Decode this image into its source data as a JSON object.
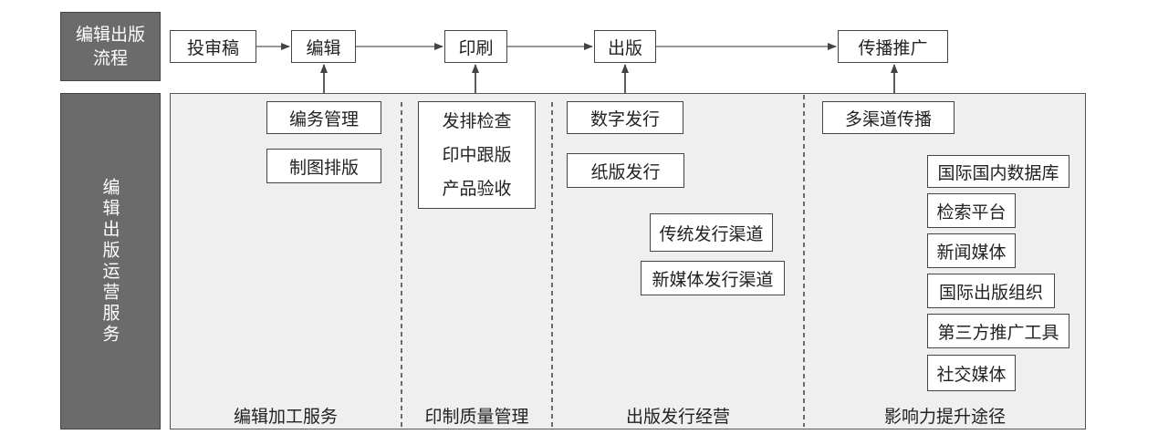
{
  "top_label": {
    "line1": "编辑出版",
    "line2": "流程"
  },
  "side_label": "编辑出版运营服务",
  "process": [
    "投审稿",
    "编辑",
    "印刷",
    "出版",
    "传播推广"
  ],
  "editing": {
    "items": [
      "编务管理",
      "制图排版"
    ],
    "section": "编辑加工服务"
  },
  "printing": {
    "items": [
      "发排检查",
      "印中跟版",
      "产品验收"
    ],
    "section": "印制质量管理"
  },
  "publishing": {
    "digital": "数字发行",
    "paper": "纸版发行",
    "channels": [
      "传统发行渠道",
      "新媒体发行渠道"
    ],
    "section": "出版发行经营"
  },
  "influence": {
    "main": "多渠道传播",
    "items": [
      "国际国内数据库",
      "检索平台",
      "新闻媒体",
      "国际出版组织",
      "第三方推广工具",
      "社交媒体"
    ],
    "section": "影响力提升途径"
  },
  "colors": {
    "dark_fill": "#6b6b6b",
    "panel_fill": "#efefef",
    "line": "#444444"
  }
}
